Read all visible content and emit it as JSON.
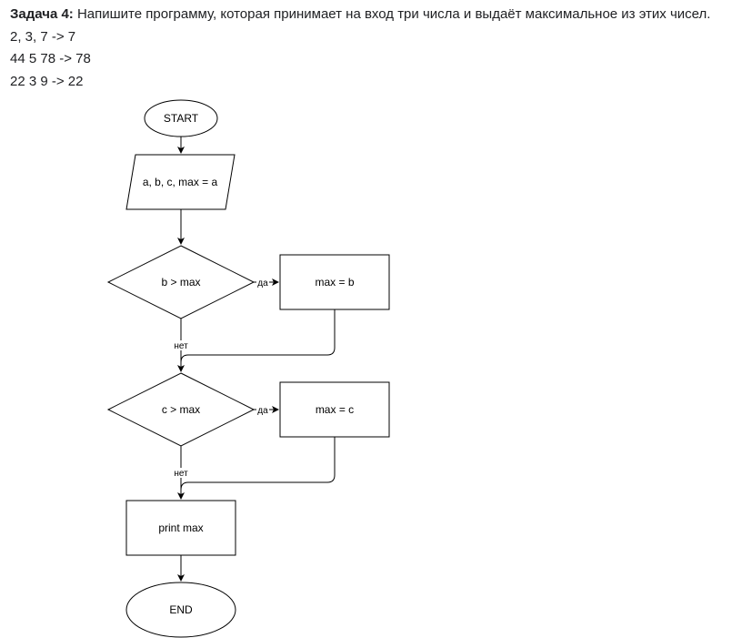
{
  "task": {
    "label": "Задача 4:",
    "text": "Напишите программу, которая принимает на вход три числа и выдаёт максимальное из этих чисел.",
    "examples": [
      "2, 3, 7 -> 7",
      "44 5 78 -> 78",
      "22 3 9 -> 22"
    ]
  },
  "flowchart": {
    "start": "START",
    "input": "a, b, c, max = a",
    "decision1": "b > max",
    "action1": "max = b",
    "decision2": "c > max",
    "action2": "max = c",
    "output": "print max",
    "end": "END",
    "yes_label": "да",
    "no_label": "нет"
  }
}
